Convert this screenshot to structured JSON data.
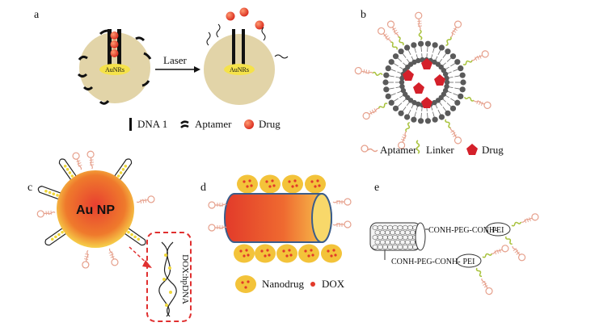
{
  "panels": {
    "a": {
      "letter": "a",
      "core_label_left": "AuNRs",
      "core_label_right": "AuNRs",
      "arrow_label": "Laser",
      "legend": {
        "dna": "DNA 1",
        "aptamer": "Aptamer",
        "drug": "Drug"
      }
    },
    "b": {
      "letter": "b",
      "legend": {
        "aptamer": "Aptamer",
        "linker": "Linker",
        "drug": "Drug"
      }
    },
    "c": {
      "letter": "c",
      "core_label": "Au NP",
      "inset_label": "DOX:hpDNA"
    },
    "d": {
      "letter": "d",
      "legend": {
        "nanodrug": "Nanodrug",
        "dox": "DOX"
      }
    },
    "e": {
      "letter": "e",
      "linker_top": "CONH-PEG-CONH-",
      "linker_bottom": "CONH-PEG-CONH-",
      "pei_top": "PEI",
      "pei_bottom": "PEI"
    }
  },
  "colors": {
    "sphere": "#e2d4a8",
    "drug_red": "#e23a2a",
    "drug_pentagon": "#d4202a",
    "aptamer_pink": "#e6a08c",
    "linker_green": "#a8c23c",
    "core_yellow": "#f5e24a",
    "dashed_red": "#e03030"
  }
}
